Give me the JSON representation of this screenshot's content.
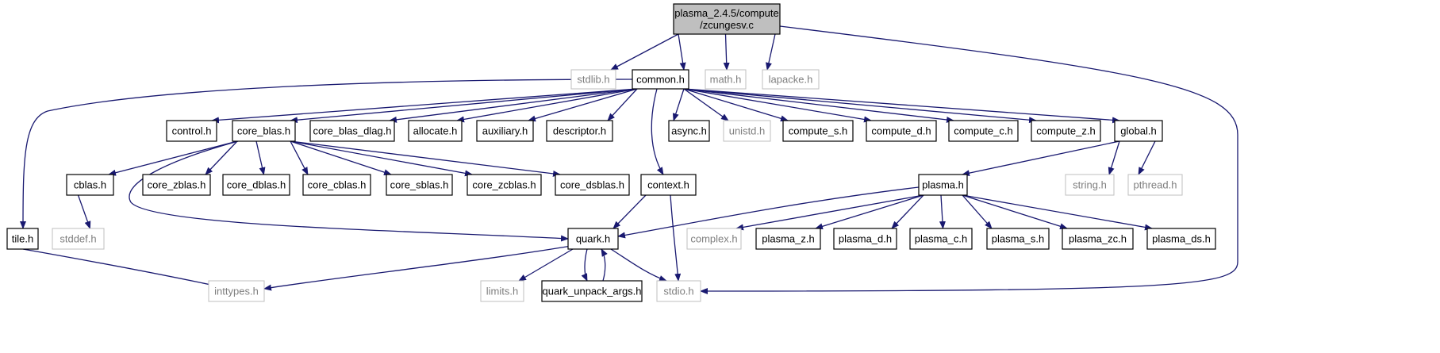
{
  "colors": {
    "edge": "#191970",
    "node_border": "#000000",
    "external_border": "#bfbfbf",
    "root_fill": "#bfbfbf",
    "text": "#000000",
    "external_text": "#7f7f7f"
  },
  "nodes": [
    {
      "id": "zcungesv",
      "lines": [
        "plasma_2.4.5/compute",
        "/zcungesv.c"
      ],
      "kind": "root"
    },
    {
      "id": "stdlib",
      "lines": [
        "stdlib.h"
      ],
      "kind": "external"
    },
    {
      "id": "common",
      "lines": [
        "common.h"
      ],
      "kind": "internal"
    },
    {
      "id": "math",
      "lines": [
        "math.h"
      ],
      "kind": "external"
    },
    {
      "id": "lapacke",
      "lines": [
        "lapacke.h"
      ],
      "kind": "external"
    },
    {
      "id": "control",
      "lines": [
        "control.h"
      ],
      "kind": "internal"
    },
    {
      "id": "core_blas",
      "lines": [
        "core_blas.h"
      ],
      "kind": "internal"
    },
    {
      "id": "core_blas_dlag",
      "lines": [
        "core_blas_dlag.h"
      ],
      "kind": "internal"
    },
    {
      "id": "allocate",
      "lines": [
        "allocate.h"
      ],
      "kind": "internal"
    },
    {
      "id": "auxiliary",
      "lines": [
        "auxiliary.h"
      ],
      "kind": "internal"
    },
    {
      "id": "descriptor",
      "lines": [
        "descriptor.h"
      ],
      "kind": "internal"
    },
    {
      "id": "async",
      "lines": [
        "async.h"
      ],
      "kind": "internal"
    },
    {
      "id": "unistd",
      "lines": [
        "unistd.h"
      ],
      "kind": "external"
    },
    {
      "id": "compute_s",
      "lines": [
        "compute_s.h"
      ],
      "kind": "internal"
    },
    {
      "id": "compute_d",
      "lines": [
        "compute_d.h"
      ],
      "kind": "internal"
    },
    {
      "id": "compute_c",
      "lines": [
        "compute_c.h"
      ],
      "kind": "internal"
    },
    {
      "id": "compute_z",
      "lines": [
        "compute_z.h"
      ],
      "kind": "internal"
    },
    {
      "id": "global",
      "lines": [
        "global.h"
      ],
      "kind": "internal"
    },
    {
      "id": "cblas",
      "lines": [
        "cblas.h"
      ],
      "kind": "internal"
    },
    {
      "id": "core_zblas",
      "lines": [
        "core_zblas.h"
      ],
      "kind": "internal"
    },
    {
      "id": "core_dblas",
      "lines": [
        "core_dblas.h"
      ],
      "kind": "internal"
    },
    {
      "id": "core_cblas",
      "lines": [
        "core_cblas.h"
      ],
      "kind": "internal"
    },
    {
      "id": "core_sblas",
      "lines": [
        "core_sblas.h"
      ],
      "kind": "internal"
    },
    {
      "id": "core_zcblas",
      "lines": [
        "core_zcblas.h"
      ],
      "kind": "internal"
    },
    {
      "id": "core_dsblas",
      "lines": [
        "core_dsblas.h"
      ],
      "kind": "internal"
    },
    {
      "id": "context",
      "lines": [
        "context.h"
      ],
      "kind": "internal"
    },
    {
      "id": "plasma",
      "lines": [
        "plasma.h"
      ],
      "kind": "internal"
    },
    {
      "id": "string",
      "lines": [
        "string.h"
      ],
      "kind": "external"
    },
    {
      "id": "pthread",
      "lines": [
        "pthread.h"
      ],
      "kind": "external"
    },
    {
      "id": "tile",
      "lines": [
        "tile.h"
      ],
      "kind": "internal"
    },
    {
      "id": "stddef",
      "lines": [
        "stddef.h"
      ],
      "kind": "external"
    },
    {
      "id": "quark",
      "lines": [
        "quark.h"
      ],
      "kind": "internal"
    },
    {
      "id": "complex",
      "lines": [
        "complex.h"
      ],
      "kind": "external"
    },
    {
      "id": "plasma_z",
      "lines": [
        "plasma_z.h"
      ],
      "kind": "internal"
    },
    {
      "id": "plasma_d",
      "lines": [
        "plasma_d.h"
      ],
      "kind": "internal"
    },
    {
      "id": "plasma_c",
      "lines": [
        "plasma_c.h"
      ],
      "kind": "internal"
    },
    {
      "id": "plasma_s",
      "lines": [
        "plasma_s.h"
      ],
      "kind": "internal"
    },
    {
      "id": "plasma_zc",
      "lines": [
        "plasma_zc.h"
      ],
      "kind": "internal"
    },
    {
      "id": "plasma_ds",
      "lines": [
        "plasma_ds.h"
      ],
      "kind": "internal"
    },
    {
      "id": "inttypes",
      "lines": [
        "inttypes.h"
      ],
      "kind": "external"
    },
    {
      "id": "limits",
      "lines": [
        "limits.h"
      ],
      "kind": "external"
    },
    {
      "id": "quark_unpack_args",
      "lines": [
        "quark_unpack_args.h"
      ],
      "kind": "internal"
    },
    {
      "id": "stdio",
      "lines": [
        "stdio.h"
      ],
      "kind": "external"
    }
  ],
  "edges": [
    [
      "zcungesv",
      "stdlib"
    ],
    [
      "zcungesv",
      "common"
    ],
    [
      "zcungesv",
      "math"
    ],
    [
      "zcungesv",
      "lapacke"
    ],
    [
      "zcungesv",
      "stdio"
    ],
    [
      "common",
      "tile"
    ],
    [
      "common",
      "control"
    ],
    [
      "common",
      "core_blas"
    ],
    [
      "common",
      "core_blas_dlag"
    ],
    [
      "common",
      "allocate"
    ],
    [
      "common",
      "auxiliary"
    ],
    [
      "common",
      "descriptor"
    ],
    [
      "common",
      "context"
    ],
    [
      "common",
      "async"
    ],
    [
      "common",
      "unistd"
    ],
    [
      "common",
      "compute_s"
    ],
    [
      "common",
      "compute_d"
    ],
    [
      "common",
      "compute_c"
    ],
    [
      "common",
      "compute_z"
    ],
    [
      "common",
      "global"
    ],
    [
      "core_blas",
      "cblas"
    ],
    [
      "core_blas",
      "core_zblas"
    ],
    [
      "core_blas",
      "core_dblas"
    ],
    [
      "core_blas",
      "core_cblas"
    ],
    [
      "core_blas",
      "core_sblas"
    ],
    [
      "core_blas",
      "core_zcblas"
    ],
    [
      "core_blas",
      "core_dsblas"
    ],
    [
      "core_blas",
      "quark"
    ],
    [
      "cblas",
      "stddef"
    ],
    [
      "tile",
      "inttypes"
    ],
    [
      "context",
      "quark"
    ],
    [
      "context",
      "stdio"
    ],
    [
      "global",
      "plasma"
    ],
    [
      "global",
      "string"
    ],
    [
      "global",
      "pthread"
    ],
    [
      "plasma",
      "quark"
    ],
    [
      "plasma",
      "complex"
    ],
    [
      "plasma",
      "plasma_z"
    ],
    [
      "plasma",
      "plasma_d"
    ],
    [
      "plasma",
      "plasma_c"
    ],
    [
      "plasma",
      "plasma_s"
    ],
    [
      "plasma",
      "plasma_zc"
    ],
    [
      "plasma",
      "plasma_ds"
    ],
    [
      "quark",
      "inttypes"
    ],
    [
      "quark",
      "limits"
    ],
    [
      "quark",
      "quark_unpack_args"
    ],
    [
      "quark",
      "stdio"
    ],
    [
      "quark_unpack_args",
      "quark"
    ]
  ]
}
